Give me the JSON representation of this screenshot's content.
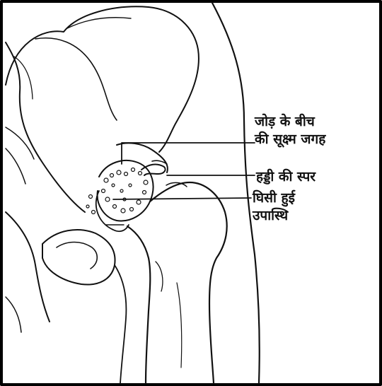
{
  "labels": {
    "joint_space": [
      "जोड़ के बीच",
      "की सूक्ष्म जगह"
    ],
    "bone_spur": "हड्डी की स्पर",
    "worn_cartilage": [
      "घिसी हुई",
      "उपास्थि"
    ]
  },
  "colors": {
    "ink": "#111111",
    "background": "#ffffff",
    "frame": "#000000"
  }
}
